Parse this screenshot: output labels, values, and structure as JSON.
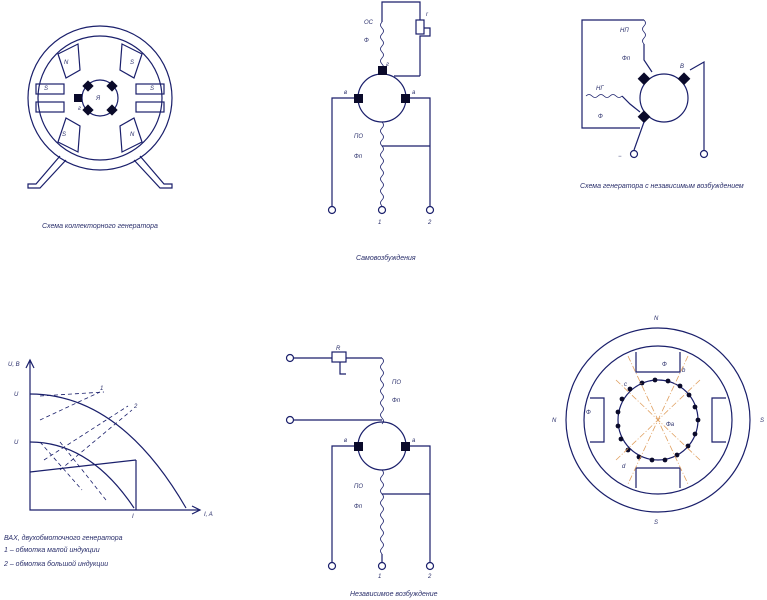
{
  "captions": {
    "collector_generator": "Схема коллекторного генератора",
    "self_excitation": "Самовозбуждения",
    "independent_excitation": "Схема генератора с независимым возбуждением",
    "vax": "ВАХ, двухобмоточного генератора",
    "curve_1": "1 – обмотка малой индукции",
    "curve_2": "2 – обмотка большой индукции",
    "mixed_excitation": "Независимое возбуждение"
  },
  "labels": {
    "N": "N",
    "S": "S",
    "Ya": "Я",
    "g": "г",
    "OC": "OC",
    "Phi_s": "Ф",
    "r": "r",
    "a": "a",
    "v": "в",
    "PO": "ПО",
    "Phi_p": "Фп",
    "n1": "1",
    "n2": "2",
    "NP": "НП",
    "Phi_n": "Фп",
    "NF": "НГ",
    "Phi_f": "Ф",
    "B": "В",
    "minus": "−",
    "axis_U": "U, В",
    "axis_I": "I, A",
    "U_top": "U",
    "U_mid": "U",
    "I_c": "I",
    "c1": "1",
    "c2": "2",
    "R": "R",
    "PO2": "ПО",
    "Phi_2": "Фп",
    "Ns": "N",
    "Ss": "S",
    "Nl": "N",
    "Sl": "S",
    "phi_a": "Ф",
    "phi_b": "Ф",
    "phi_c": "Фа",
    "c": "c",
    "b": "b",
    "d": "d"
  }
}
